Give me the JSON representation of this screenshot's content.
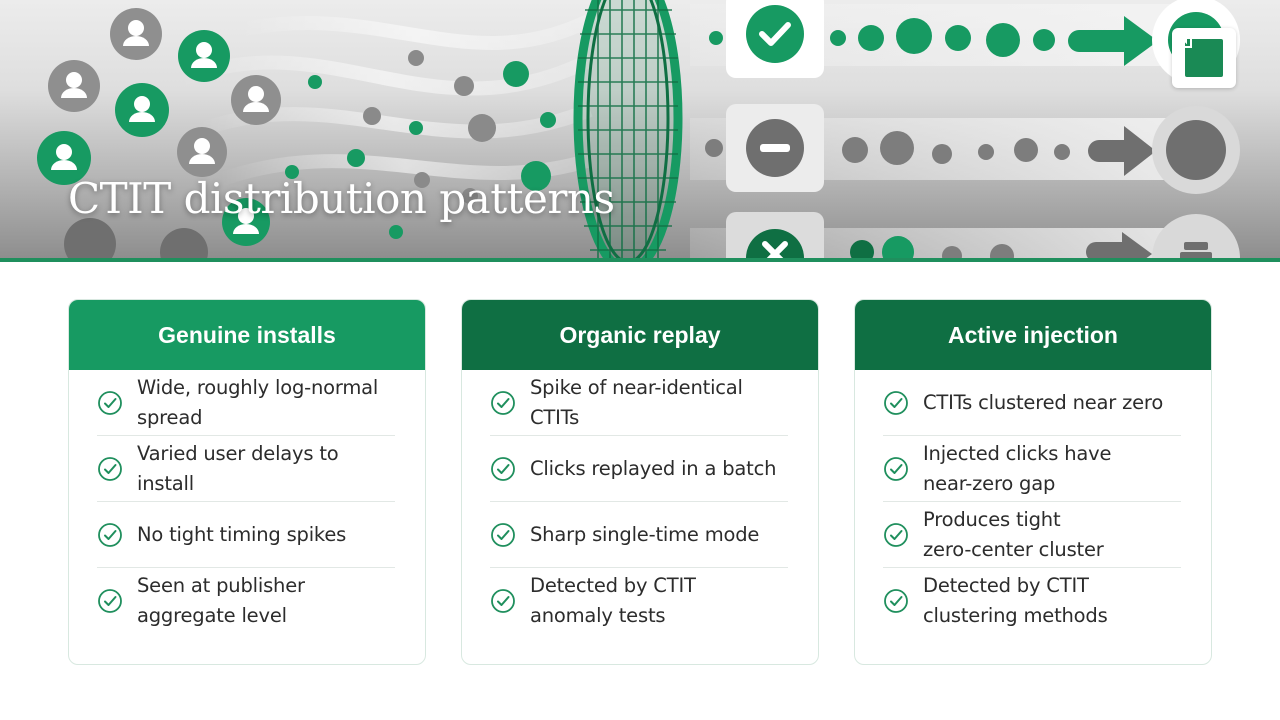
{
  "hero": {
    "title": "CTIT distribution patterns",
    "colors": {
      "brand_green": "#1a8a55",
      "rule": "#1f8f5d",
      "light_green": "#179a62",
      "dark_green": "#0f6f43"
    },
    "icons": [
      "person-icon",
      "check-icon",
      "minus-icon",
      "close-icon",
      "arrow-right-icon",
      "trash-icon",
      "filter-funnel-icon",
      "brand-logo-icon"
    ]
  },
  "cards": [
    {
      "title": "Genuine installs",
      "header_color": "#179a62",
      "items": [
        [
          "Wide, roughly log-normal",
          "spread"
        ],
        [
          "Varied user delays to",
          "install"
        ],
        [
          "No tight timing spikes"
        ],
        [
          "Seen at publisher",
          "aggregate level"
        ]
      ]
    },
    {
      "title": "Organic replay",
      "header_color": "#0f6f43",
      "items": [
        [
          "Spike of near-identical",
          "CTITs"
        ],
        [
          "Clicks replayed in a batch"
        ],
        [
          "Sharp single-time mode"
        ],
        [
          "Detected by CTIT",
          "anomaly tests"
        ]
      ]
    },
    {
      "title": "Active injection",
      "header_color": "#0f6f43",
      "items": [
        [
          "CTITs clustered near zero"
        ],
        [
          "Injected clicks have",
          "near-zero gap"
        ],
        [
          "Produces tight",
          "zero-center cluster"
        ],
        [
          "Detected by CTIT",
          "clustering methods"
        ]
      ]
    }
  ]
}
